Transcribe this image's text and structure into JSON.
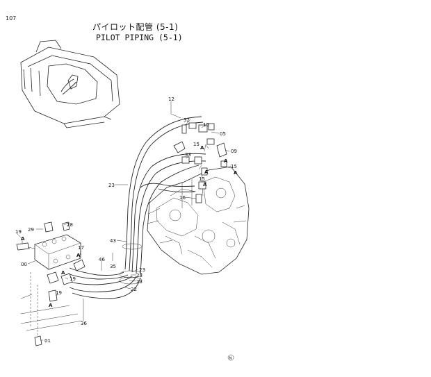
{
  "header": {
    "page_number": "107",
    "title_jp": "パイロット配管 (5-1)",
    "title_en": "PILOT PIPING (5-1)"
  },
  "callouts": {
    "c12": "12",
    "c32": "32",
    "c15a": "15",
    "c05": "05",
    "cA1": "A",
    "c15b": "15",
    "c09": "09",
    "cA2": "A",
    "c33": "33",
    "c15c": "15",
    "cA3": "A",
    "cA4": "A",
    "c15d": "15",
    "cA5": "A",
    "c23a": "23",
    "c16": "16",
    "c29": "29",
    "c28": "28",
    "c19a": "19",
    "cA6": "A",
    "c43": "43",
    "c17": "17",
    "cA7": "A",
    "c00": "00",
    "c46": "46",
    "c35": "35",
    "c23b": "23",
    "c23c": "23",
    "c23d": "23",
    "cA8": "A",
    "c19b": "19",
    "c22": "22",
    "c19c": "19",
    "cA9": "A",
    "c36": "36",
    "c01": "01",
    "cN": "N"
  }
}
